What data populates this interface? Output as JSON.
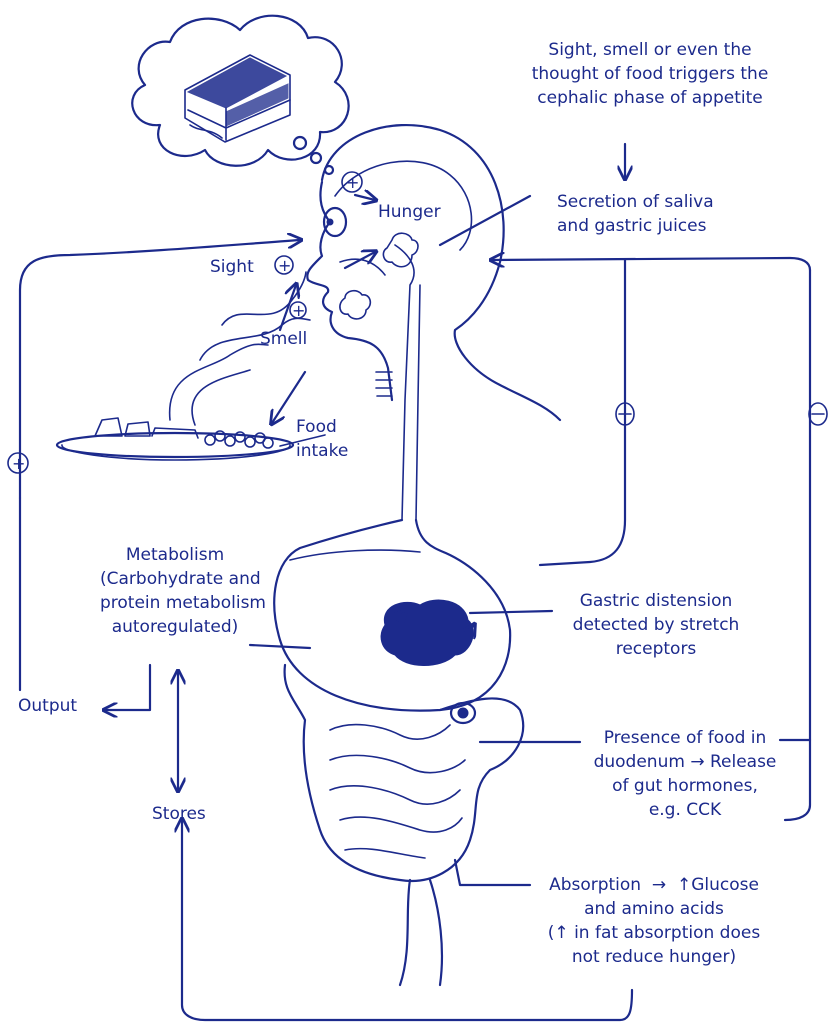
{
  "colors": {
    "ink": "#1c2a8c",
    "background": "#ffffff"
  },
  "icons": [
    "cake-slice-icon",
    "eye-icon",
    "plate-of-food-icon",
    "stomach-food-mass-icon",
    "plus-sign-icon",
    "minus-sign-icon"
  ],
  "labels": {
    "cephalic": "Sight, smell or even the\nthought of food triggers the\ncephalic phase of appetite",
    "secretion": "Secretion of saliva\nand gastric juices",
    "hunger": "Hunger",
    "sight": "Sight",
    "smell": "Smell",
    "food_intake": "Food\nintake",
    "metabolism": "Metabolism\n(Carbohydrate and\nprotein metabolism\nautoregulated)",
    "gastric_distension": "Gastric distension\ndetected by stretch\nreceptors",
    "output": "Output",
    "presence_food": "Presence of food in\nduodenum → Release\nof gut hormones,\ne.g. CCK",
    "stores": "Stores",
    "absorption": "Absorption  →  ↑Glucose\nand amino acids\n(↑ in fat absorption does\nnot reduce hunger)"
  },
  "signs": {
    "plus": "+",
    "minus": "−"
  }
}
